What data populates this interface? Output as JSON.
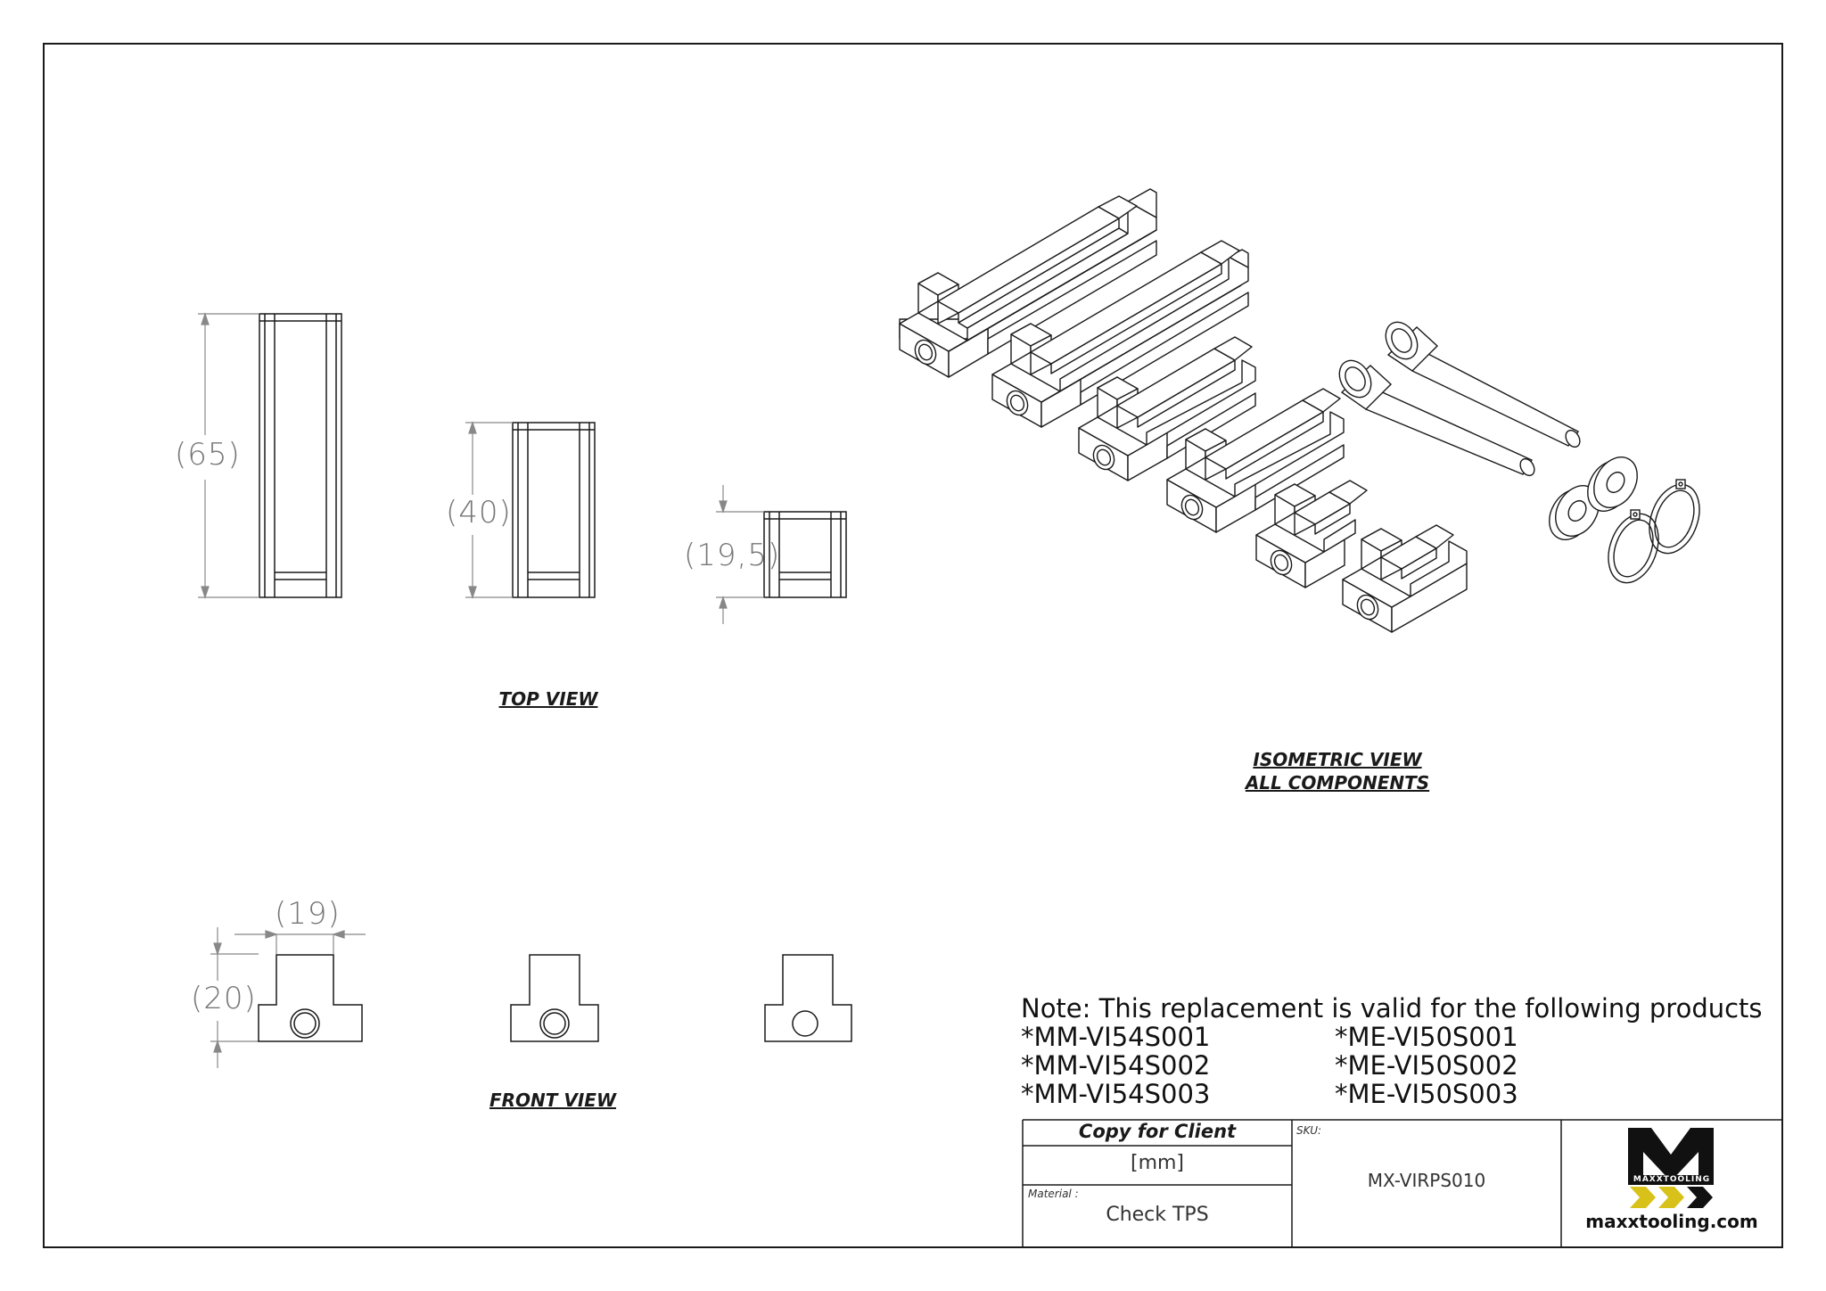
{
  "dimensions": {
    "top_view_1": "(65)",
    "top_view_2": "(40)",
    "top_view_3": "(19,5)",
    "front_width": "(19)",
    "front_height": "(20)"
  },
  "view_labels": {
    "top_view": "TOP VIEW",
    "front_view": "FRONT VIEW",
    "isometric_line1": "ISOMETRIC VIEW",
    "isometric_line2": "ALL COMPONENTS"
  },
  "note": {
    "heading": "Note: This replacement is valid for the following products",
    "left": [
      "*MM-VI54S001",
      "*MM-VI54S002",
      "*MM-VI54S003"
    ],
    "right": [
      "*ME-VI50S001",
      "*ME-VI50S002",
      "*ME-VI50S003"
    ]
  },
  "title_block": {
    "copy_label": "Copy for Client",
    "units": "[mm]",
    "material_label": "Material :",
    "material_value": "Check TPS",
    "sku_label": "SKU:",
    "sku_value": "MX-VIRPS010",
    "brand_name": "MAXXTOOLING",
    "brand_url": "maxxtooling.com"
  },
  "colors": {
    "line": "#1a1a1a",
    "dimension": "#888888",
    "logo_yellow": "#d8c21a"
  }
}
